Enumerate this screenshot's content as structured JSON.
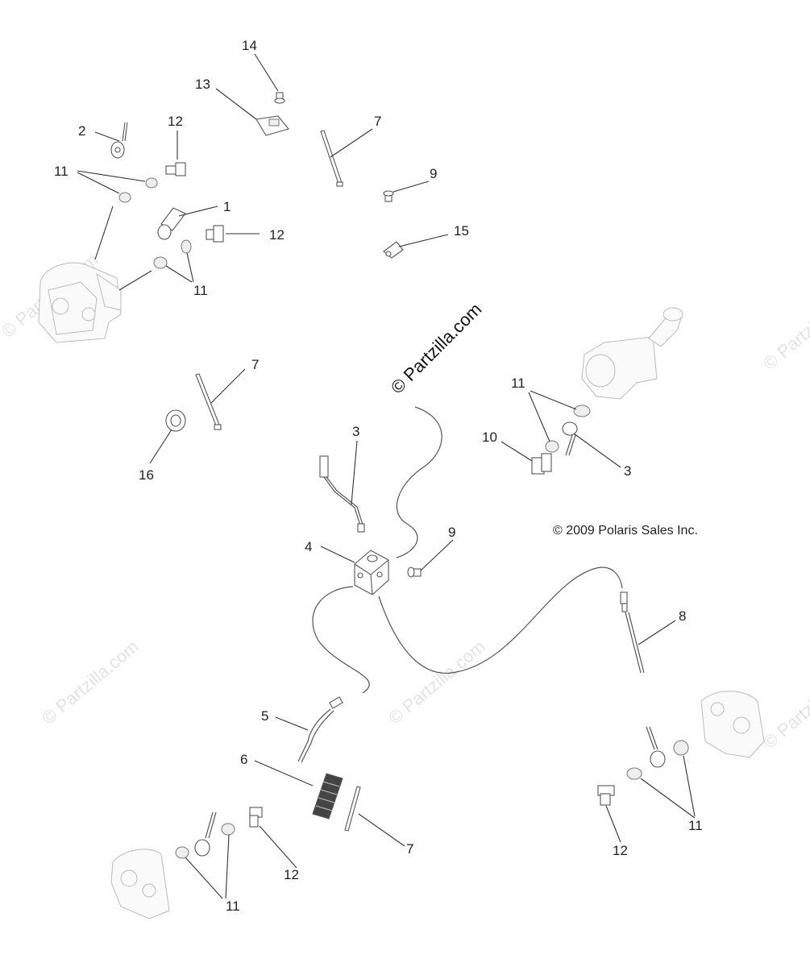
{
  "watermark": {
    "main": "© Partzilla.com",
    "faint": "© Partzilla.com"
  },
  "copyright": "© 2009 Polaris Sales Inc.",
  "callouts": [
    {
      "id": "c14",
      "text": "14"
    },
    {
      "id": "c13",
      "text": "13"
    },
    {
      "id": "c2",
      "text": "2"
    },
    {
      "id": "c12a",
      "text": "12"
    },
    {
      "id": "c7a",
      "text": "7"
    },
    {
      "id": "c11a",
      "text": "11"
    },
    {
      "id": "c1",
      "text": "1"
    },
    {
      "id": "c12b",
      "text": "12"
    },
    {
      "id": "c9a",
      "text": "9"
    },
    {
      "id": "c15",
      "text": "15"
    },
    {
      "id": "c11b",
      "text": "11"
    },
    {
      "id": "c7b",
      "text": "7"
    },
    {
      "id": "c16",
      "text": "16"
    },
    {
      "id": "c11c",
      "text": "11"
    },
    {
      "id": "c3a",
      "text": "3"
    },
    {
      "id": "c10",
      "text": "10"
    },
    {
      "id": "c3b",
      "text": "3"
    },
    {
      "id": "c9b",
      "text": "9"
    },
    {
      "id": "c4",
      "text": "4"
    },
    {
      "id": "c8",
      "text": "8"
    },
    {
      "id": "c5",
      "text": "5"
    },
    {
      "id": "c6",
      "text": "6"
    },
    {
      "id": "c7c",
      "text": "7"
    },
    {
      "id": "c12c",
      "text": "12"
    },
    {
      "id": "c11d",
      "text": "11"
    },
    {
      "id": "c12d",
      "text": "12"
    },
    {
      "id": "c11e",
      "text": "11"
    }
  ]
}
